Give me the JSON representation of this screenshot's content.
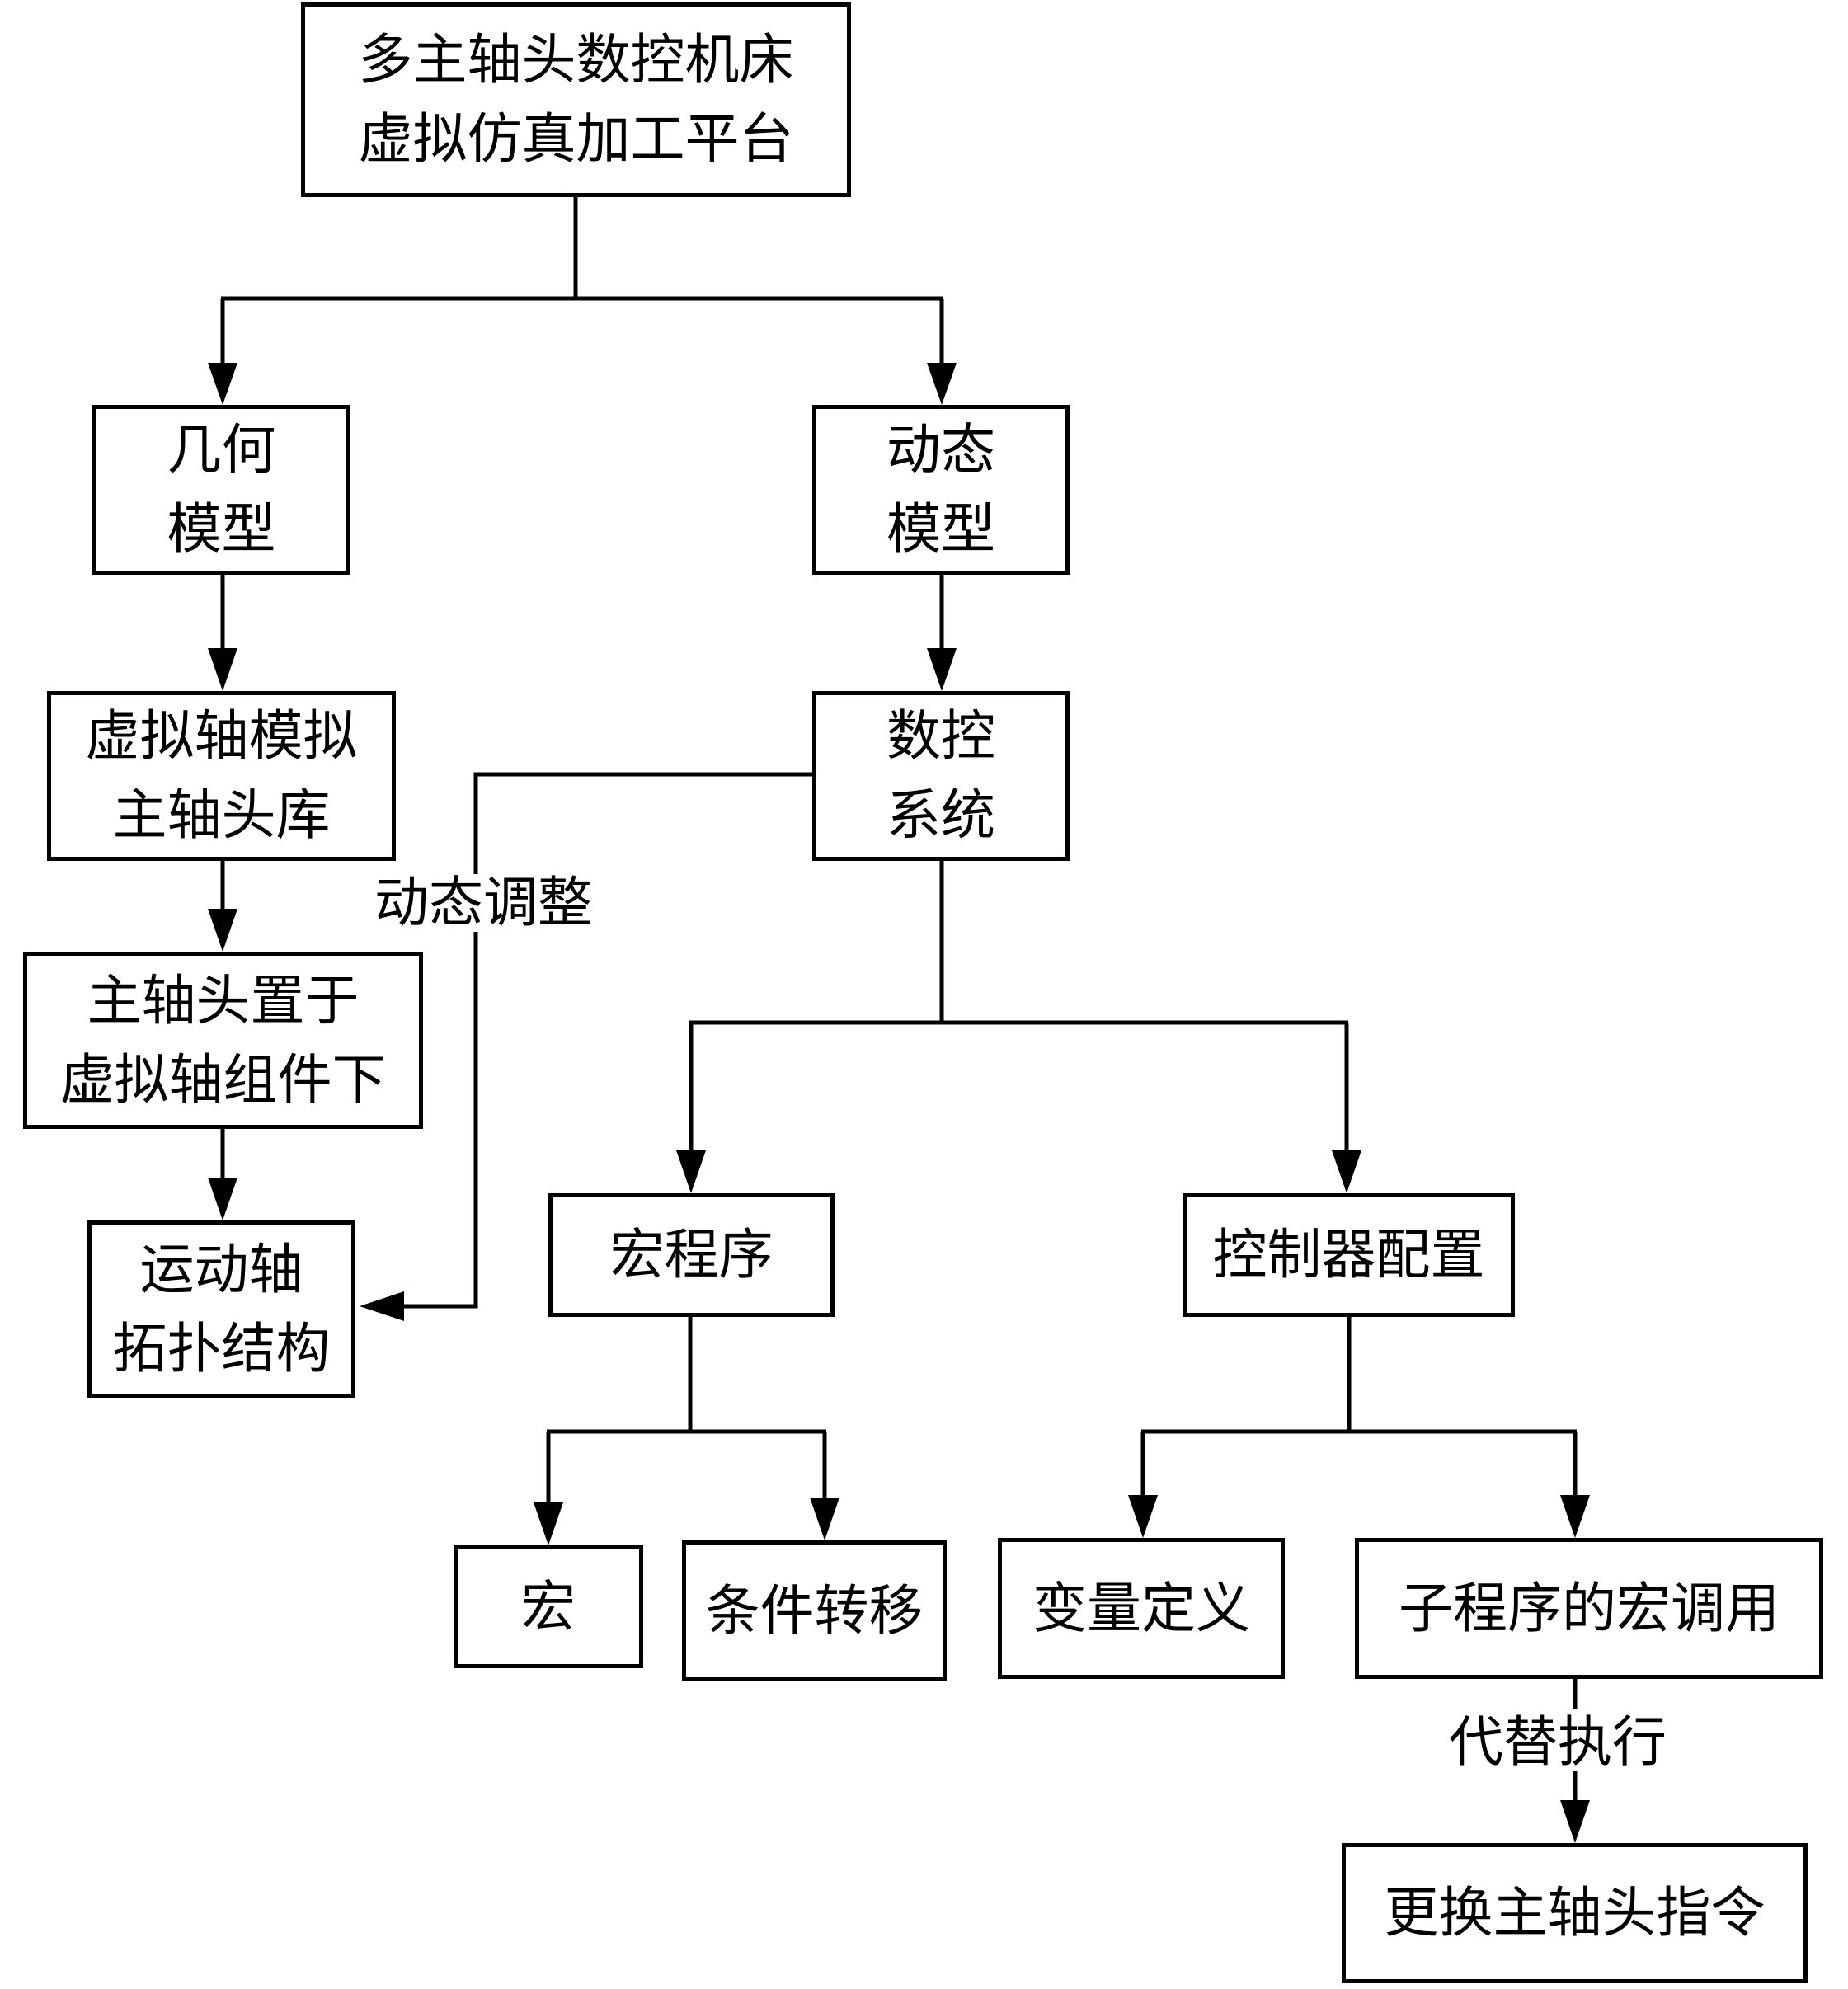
{
  "diagram": {
    "root": "多主轴头数控机床\n虚拟仿真加工平台",
    "geometry_model": "几何\n模型",
    "dynamic_model": "动态\n模型",
    "virtual_axis_library": "虚拟轴模拟\n主轴头库",
    "nc_system": "数控\n系统",
    "spindle_under_axis": "主轴头置于\n虚拟轴组件下",
    "motion_axis_topology": "运动轴\n拓扑结构",
    "macro_program": "宏程序",
    "controller_config": "控制器配置",
    "macro": "宏",
    "conditional_branch": "条件转移",
    "variable_definition": "变量定义",
    "subprogram_macro_call": "子程序的宏调用",
    "change_spindle_command": "更换主轴头指令",
    "edge_labels": {
      "dynamic_adjust": "动态调整",
      "substitute_execute": "代替执行"
    }
  }
}
